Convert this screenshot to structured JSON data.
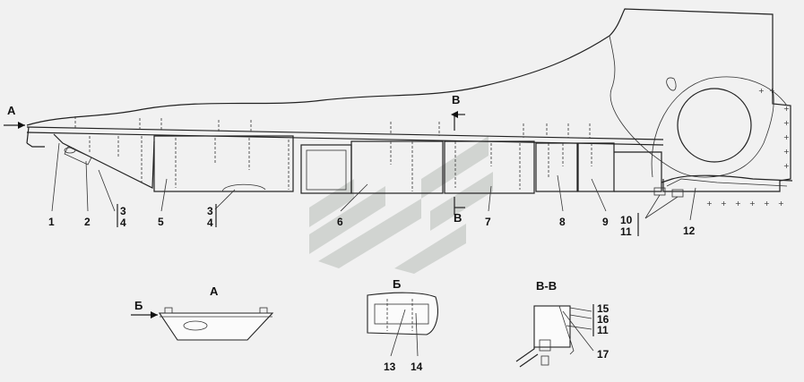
{
  "views": {
    "arrow_a": "А",
    "arrow_b": "Б",
    "arrow_v_top": "В",
    "arrow_v_bottom": "В",
    "view_a_title": "А",
    "view_a_arrow": "Б",
    "view_b_title": "Б",
    "view_vv_title": "В-В"
  },
  "callouts": {
    "c1": "1",
    "c2": "2",
    "c3": "3",
    "c4": "4",
    "c5": "5",
    "c3b": "3",
    "c4b": "4",
    "c6": "6",
    "c7": "7",
    "c8": "8",
    "c9": "9",
    "c10": "10",
    "c11": "11",
    "c12": "12",
    "c13": "13",
    "c14": "14",
    "c15": "15",
    "c16": "16",
    "c11b": "11",
    "c17": "17"
  },
  "watermark": {
    "color": "#b8bdb8"
  }
}
